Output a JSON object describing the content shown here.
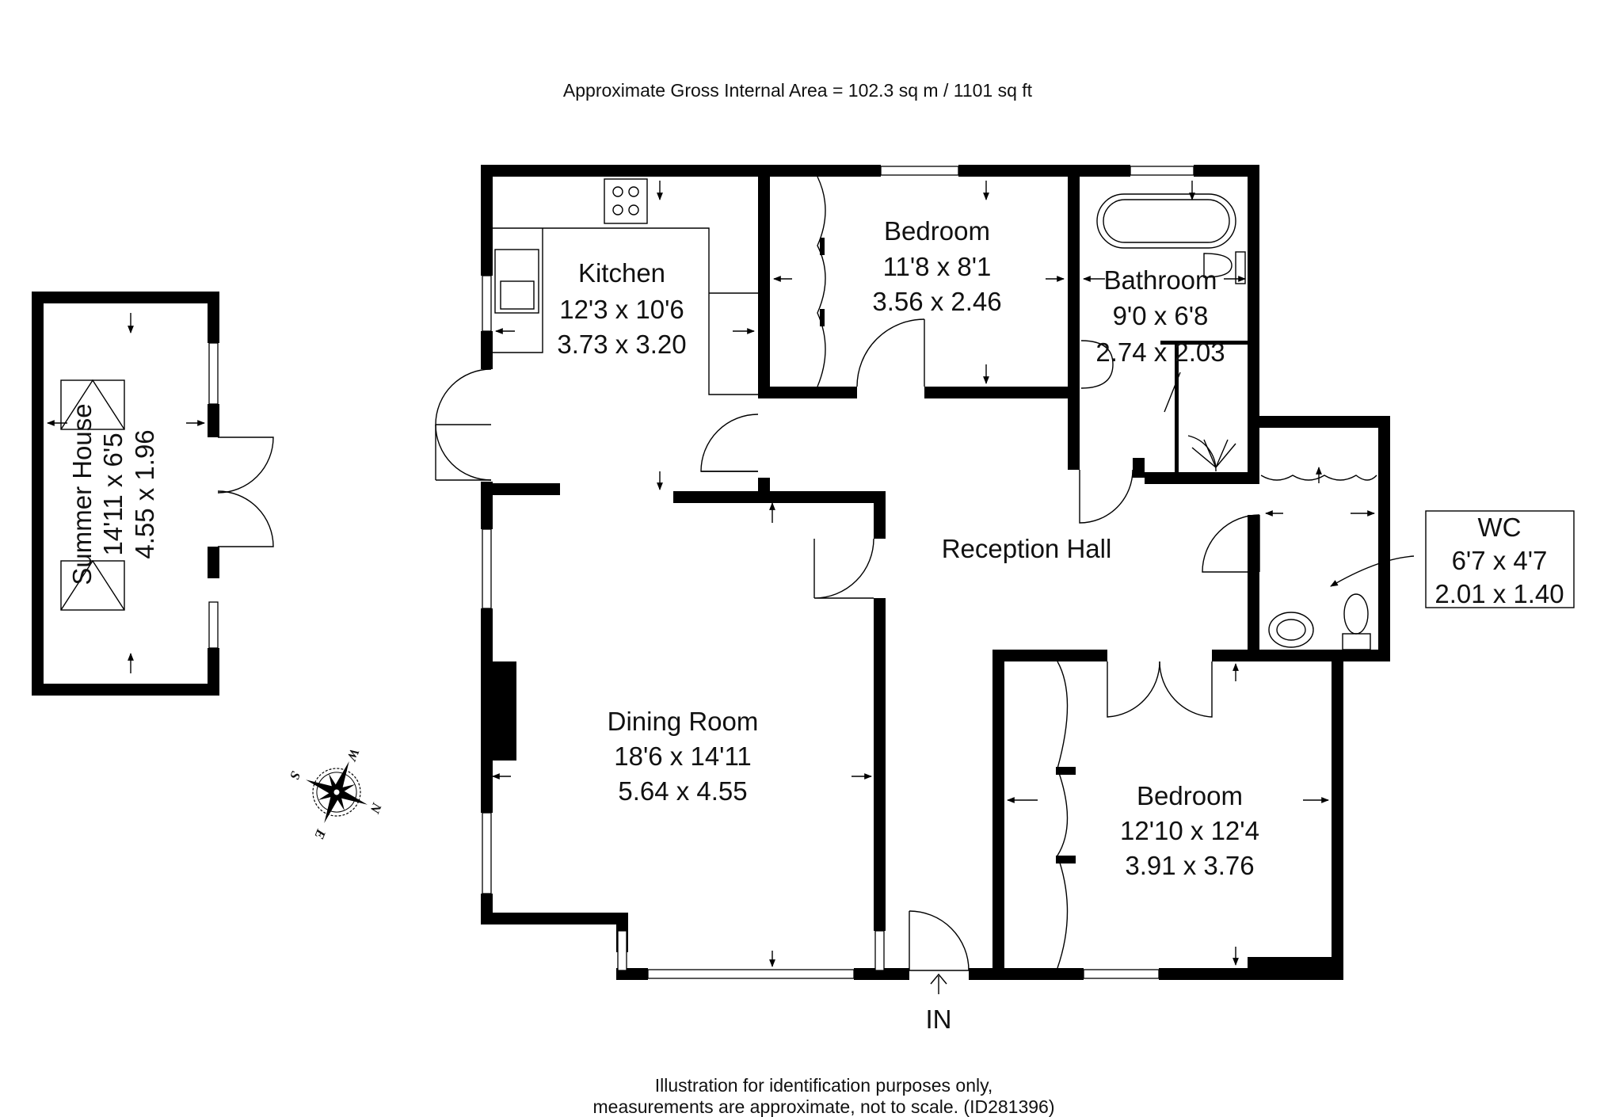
{
  "header": {
    "area": "Approximate Gross Internal Area = 102.3 sq m / 1101 sq ft"
  },
  "rooms": {
    "kitchen": {
      "name": "Kitchen",
      "imperial": "12'3 x 10'6",
      "metric": "3.73 x 3.20"
    },
    "bedroom_top": {
      "name": "Bedroom",
      "imperial": "11'8 x 8'1",
      "metric": "3.56 x 2.46"
    },
    "bathroom": {
      "name": "Bathroom",
      "imperial": "9'0 x 6'8",
      "metric": "2.74 x 2.03"
    },
    "reception": {
      "name": "Reception Hall"
    },
    "wc": {
      "name": "WC",
      "imperial": "6'7 x 4'7",
      "metric": "2.01 x 1.40"
    },
    "dining": {
      "name": "Dining Room",
      "imperial": "18'6 x 14'11",
      "metric": "5.64 x 4.55"
    },
    "bedroom_bottom": {
      "name": "Bedroom",
      "imperial": "12'10 x 12'4",
      "metric": "3.91 x 3.76"
    },
    "summer_house": {
      "name": "Summer House",
      "imperial": "14'11 x 6'5",
      "metric": "4.55 x 1.96"
    }
  },
  "entrance": {
    "label": "IN"
  },
  "compass": {
    "n": "N",
    "s": "S",
    "e": "E",
    "w": "W"
  },
  "footer": {
    "line1": "Illustration for identification purposes only,",
    "line2": "measurements are approximate, not to scale. (ID281396)"
  }
}
